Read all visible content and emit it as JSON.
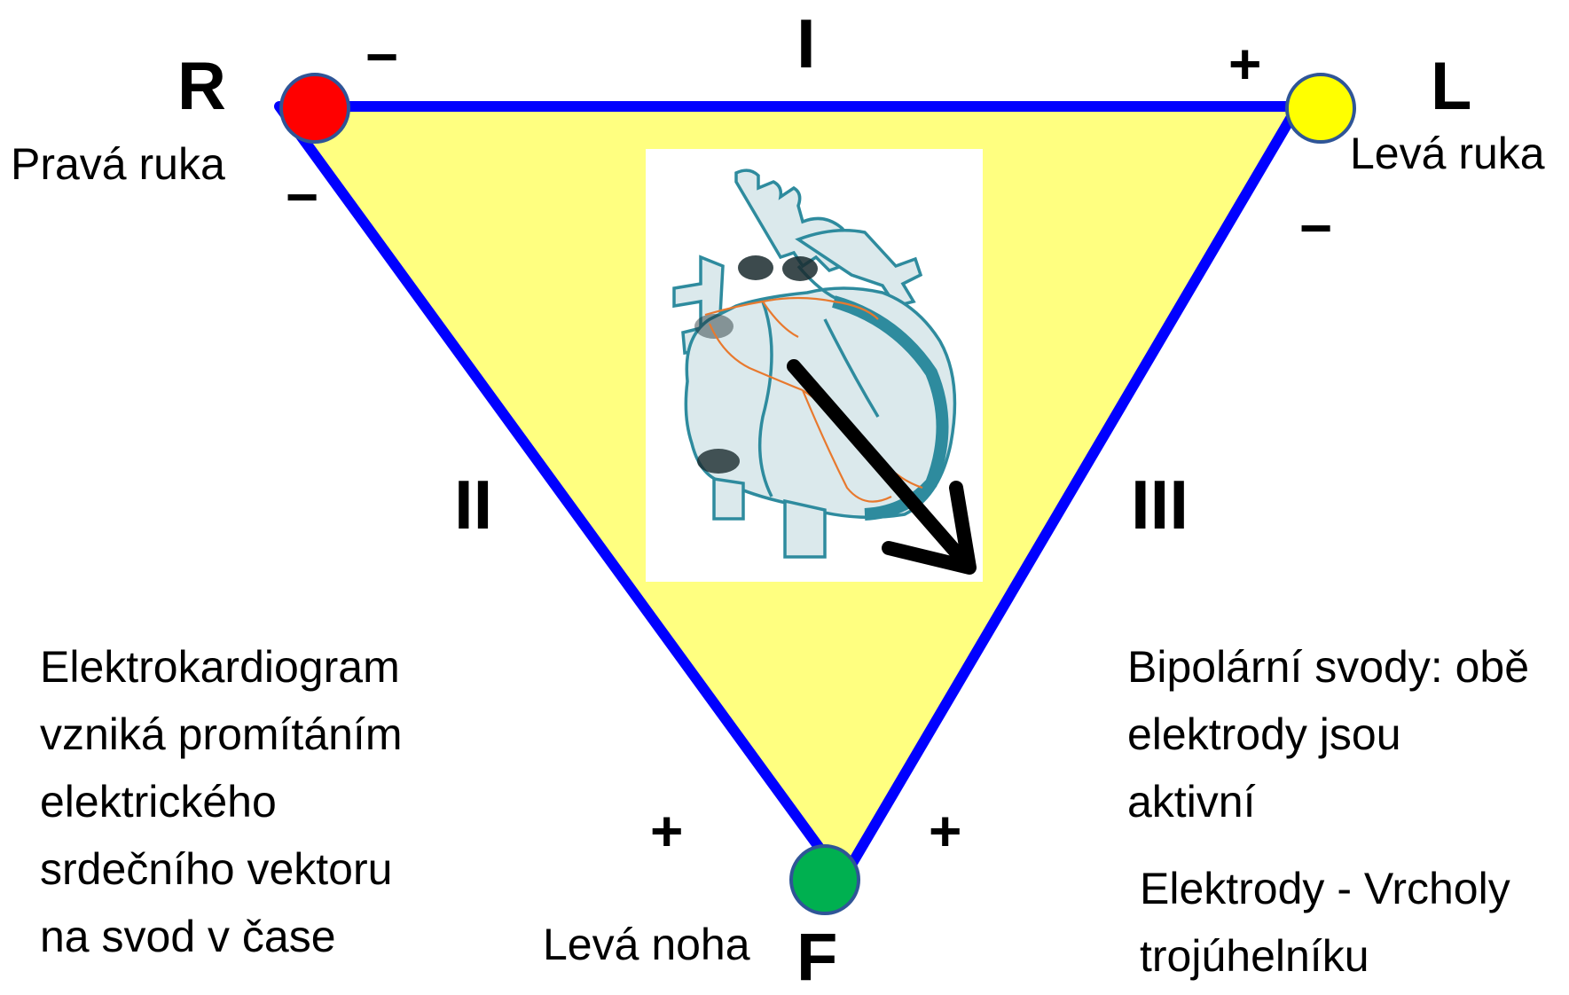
{
  "electrodes": {
    "right": {
      "letter": "R",
      "label": "Pravá ruka",
      "color": "#ff0000"
    },
    "left": {
      "letter": "L",
      "label": "Levá ruka",
      "color": "#ffff00"
    },
    "foot": {
      "letter": "F",
      "label": "Levá noha",
      "color": "#00b050"
    }
  },
  "leads": {
    "I": "I",
    "II": "II",
    "III": "III"
  },
  "signs": {
    "lead1_neg": "−",
    "lead1_pos": "+",
    "lead2_neg": "−",
    "lead2_pos": "+",
    "lead3_neg": "−",
    "lead3_pos": "+"
  },
  "text_left": {
    "lines": [
      "Elektrokardiogram",
      "vzniká promítáním",
      "elektrického",
      "srdečního vektoru",
      "na svod v čase"
    ]
  },
  "text_right": {
    "bipolar_lines": [
      "Bipolární svody: obě",
      "elektrody jsou",
      "aktivní"
    ],
    "vertices_lines": [
      "Elektrody - Vrcholy",
      "trojúhelníku"
    ]
  },
  "colors": {
    "triangle_fill": "#ffff80",
    "triangle_edge": "#0000ff",
    "heart_outline": "#2e8b9e",
    "heart_fill": "#dbe9ec",
    "conduction": "#e8792e",
    "vector_arrow": "#000000"
  },
  "icons": {
    "heart": "heart-illustration",
    "arrow": "cardiac-vector-arrow"
  }
}
